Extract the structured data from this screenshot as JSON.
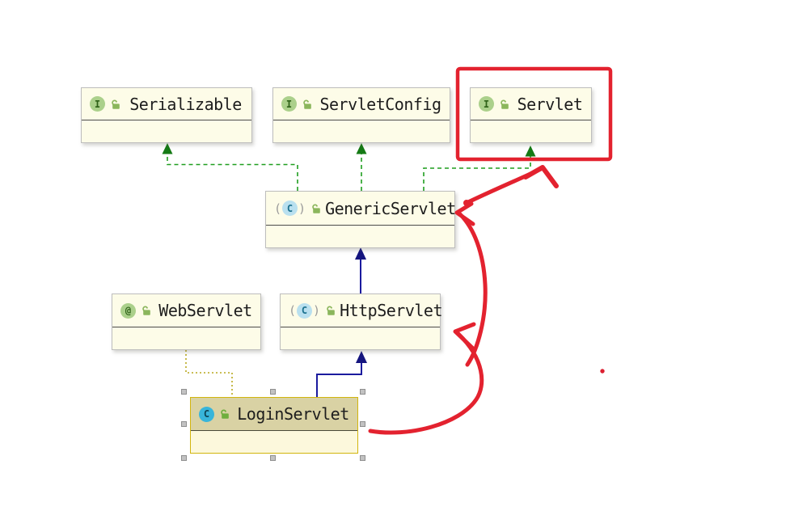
{
  "diagram": {
    "title": "Servlet class hierarchy UML diagram",
    "nodes": [
      {
        "name": "Serializable",
        "kind": "interface",
        "icon": "interface-icon",
        "icon_letter": "I",
        "visibility_icon": "unlocked-icon"
      },
      {
        "name": "ServletConfig",
        "kind": "interface",
        "icon": "interface-icon",
        "icon_letter": "I",
        "visibility_icon": "unlocked-icon"
      },
      {
        "name": "Servlet",
        "kind": "interface",
        "icon": "interface-icon",
        "icon_letter": "I",
        "visibility_icon": "unlocked-icon"
      },
      {
        "name": "GenericServlet",
        "kind": "abstract-class",
        "icon": "abstract-class-icon",
        "icon_letter": "C",
        "visibility_icon": "unlocked-icon"
      },
      {
        "name": "WebServlet",
        "kind": "annotation",
        "icon": "annotation-icon",
        "icon_letter": "@",
        "visibility_icon": "unlocked-icon"
      },
      {
        "name": "HttpServlet",
        "kind": "abstract-class",
        "icon": "abstract-class-icon",
        "icon_letter": "C",
        "visibility_icon": "unlocked-icon"
      },
      {
        "name": "LoginServlet",
        "kind": "class",
        "icon": "class-icon",
        "icon_letter": "C",
        "visibility_icon": "unlocked-icon",
        "selected": true
      }
    ],
    "edges": [
      {
        "from": "GenericServlet",
        "to": "Serializable",
        "type": "realization"
      },
      {
        "from": "GenericServlet",
        "to": "ServletConfig",
        "type": "realization"
      },
      {
        "from": "GenericServlet",
        "to": "Servlet",
        "type": "realization"
      },
      {
        "from": "HttpServlet",
        "to": "GenericServlet",
        "type": "extends"
      },
      {
        "from": "LoginServlet",
        "to": "HttpServlet",
        "type": "extends"
      },
      {
        "from": "LoginServlet",
        "to": "WebServlet",
        "type": "annotation-dependency"
      }
    ],
    "colors": {
      "realization_green": "#1f9e1f",
      "extends_navy": "#1b1b9e",
      "annotation_olive": "#b9a81f",
      "selection_gold": "#d2b50e",
      "node_fill": "#fdfce8",
      "annotation_red": "#e3222f"
    },
    "red_ink_annotations": {
      "highlight_box_around": "Servlet",
      "freehand_arrows": [
        "from LoginServlet up to HttpServlet",
        "from HttpServlet up to GenericServlet",
        "from GenericServlet up-right into Servlet highlight box"
      ],
      "stray_dot": true
    }
  }
}
